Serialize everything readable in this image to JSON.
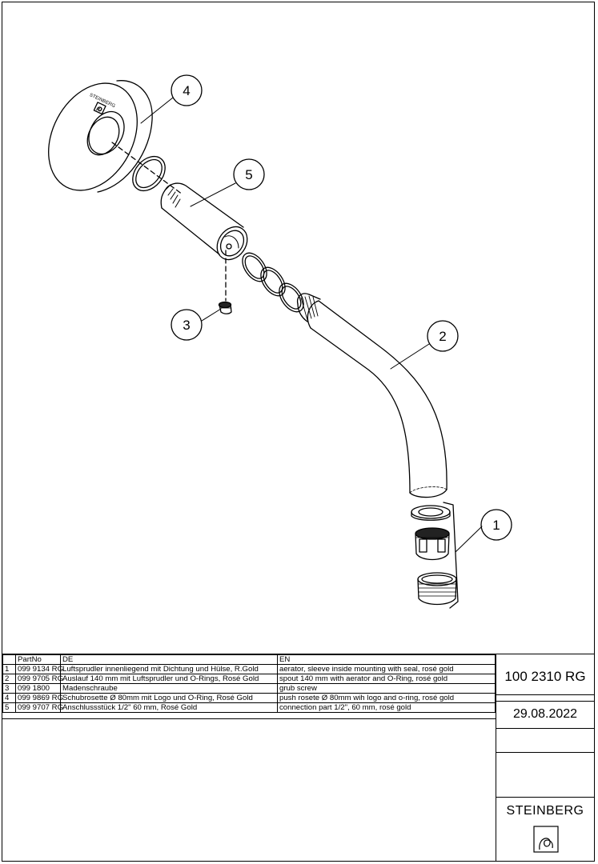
{
  "callouts": [
    "1",
    "2",
    "3",
    "4",
    "5"
  ],
  "rosette_logo_text": "STEINBERG",
  "table": {
    "headers": [
      "",
      "PartNo",
      "DE",
      "EN"
    ],
    "rows": [
      [
        "1",
        "099 9134 RG",
        "Luftsprudler innenliegend mit Dichtung und Hülse, R.Gold",
        "aerator, sleeve inside mounting with seal, rosé gold"
      ],
      [
        "2",
        "099 9705 RG",
        "Auslauf 140 mm mit Luftsprudler und O-Rings, Rosé Gold",
        "spout 140 mm with aerator and O-Ring, rosé gold"
      ],
      [
        "3",
        "099 1800",
        "Madenschraube",
        "grub screw"
      ],
      [
        "4",
        "099 9869 RG",
        "Schubrosette Ø 80mm mit Logo und O-Ring, Rosé Gold",
        "push rosete Ø 80mm wih logo and o-ring, rosé gold"
      ],
      [
        "5",
        "099 9707 RG",
        "Anschlussstück 1/2\" 60 mm, Rosé Gold",
        "connection part 1/2\", 60 mm, rosé gold"
      ]
    ]
  },
  "title_block": {
    "article_number": "100 2310 RG",
    "date": "29.08.2022",
    "brand": "STEINBERG"
  }
}
